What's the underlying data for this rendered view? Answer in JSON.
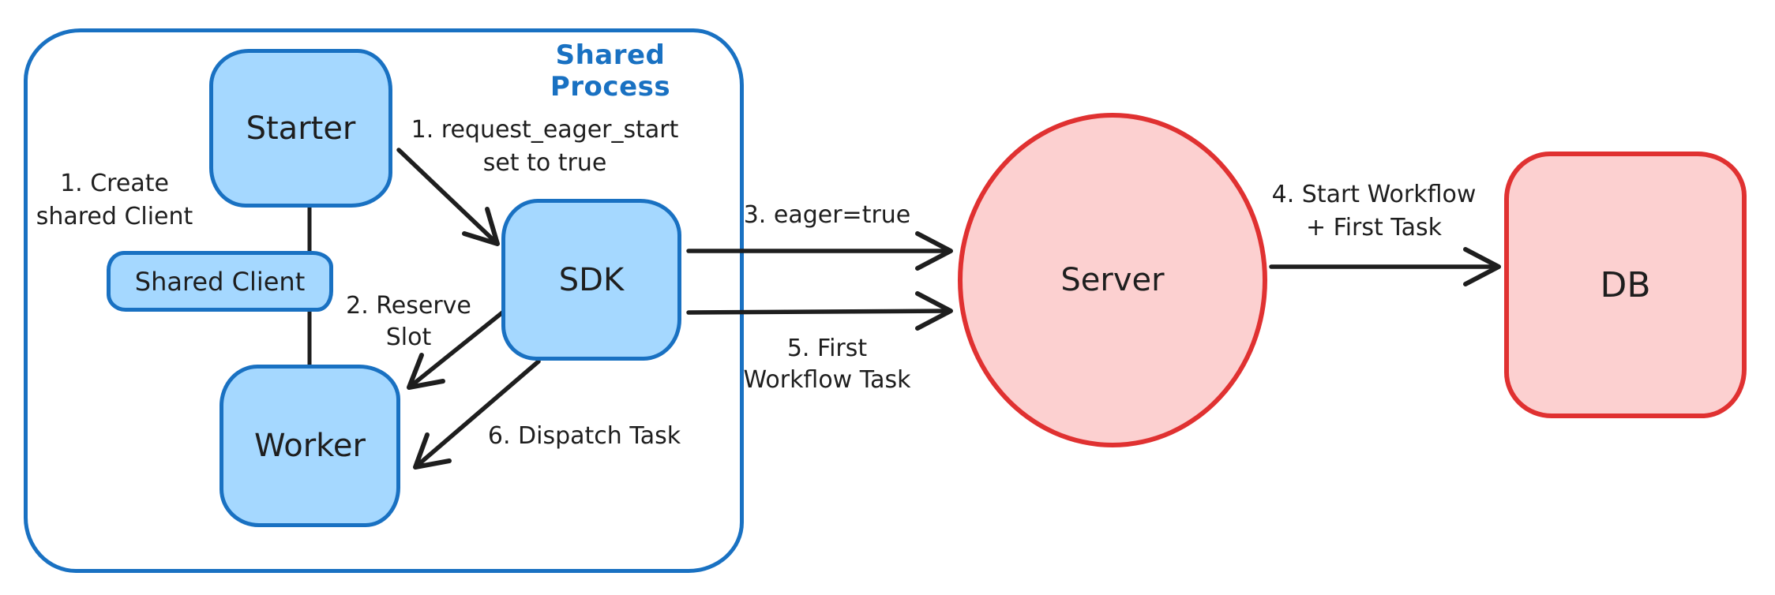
{
  "diagram": {
    "title": "Shared Process",
    "nodes": {
      "starter": "Starter",
      "shared_client": "Shared Client",
      "worker": "Worker",
      "sdk": "SDK",
      "server": "Server",
      "db": "DB"
    },
    "labels": {
      "create_shared_client": {
        "line1": "1. Create",
        "line2": "shared Client"
      },
      "request_eager_start": {
        "line1": "1. request_eager_start",
        "line2": "set to true"
      },
      "reserve_slot": {
        "line1": "2. Reserve",
        "line2": "Slot"
      },
      "eager_true": {
        "line1": "3. eager=true"
      },
      "start_workflow": {
        "line1": "4. Start Workflow",
        "line2": "+ First Task"
      },
      "first_workflow_task": {
        "line1": "5. First",
        "line2": "Workflow Task"
      },
      "dispatch_task": {
        "line1": "6. Dispatch Task"
      }
    },
    "edges": [
      {
        "from": "Starter",
        "to": "Shared Client",
        "label": "1. Create shared Client",
        "style": "line"
      },
      {
        "from": "Shared Client",
        "to": "Worker",
        "label": "",
        "style": "line"
      },
      {
        "from": "Starter",
        "to": "SDK",
        "label": "1. request_eager_start set to true",
        "style": "arrow"
      },
      {
        "from": "SDK",
        "to": "Worker",
        "label": "2. Reserve Slot",
        "style": "arrow"
      },
      {
        "from": "SDK",
        "to": "Server",
        "label": "3. eager=true",
        "style": "arrow"
      },
      {
        "from": "Server",
        "to": "DB",
        "label": "4. Start Workflow + First Task",
        "style": "arrow"
      },
      {
        "from": "SDK",
        "to": "Server",
        "label": "5. First Workflow Task",
        "style": "arrow"
      },
      {
        "from": "SDK",
        "to": "Worker",
        "label": "6. Dispatch Task",
        "style": "arrow"
      }
    ]
  },
  "palette": {
    "blue_stroke": "#1971c2",
    "blue_fill": "#a5d8ff",
    "red_stroke": "#e03131",
    "red_fill": "#fcd0d0",
    "ink": "#1e1e1e",
    "background": "#ffffff"
  }
}
